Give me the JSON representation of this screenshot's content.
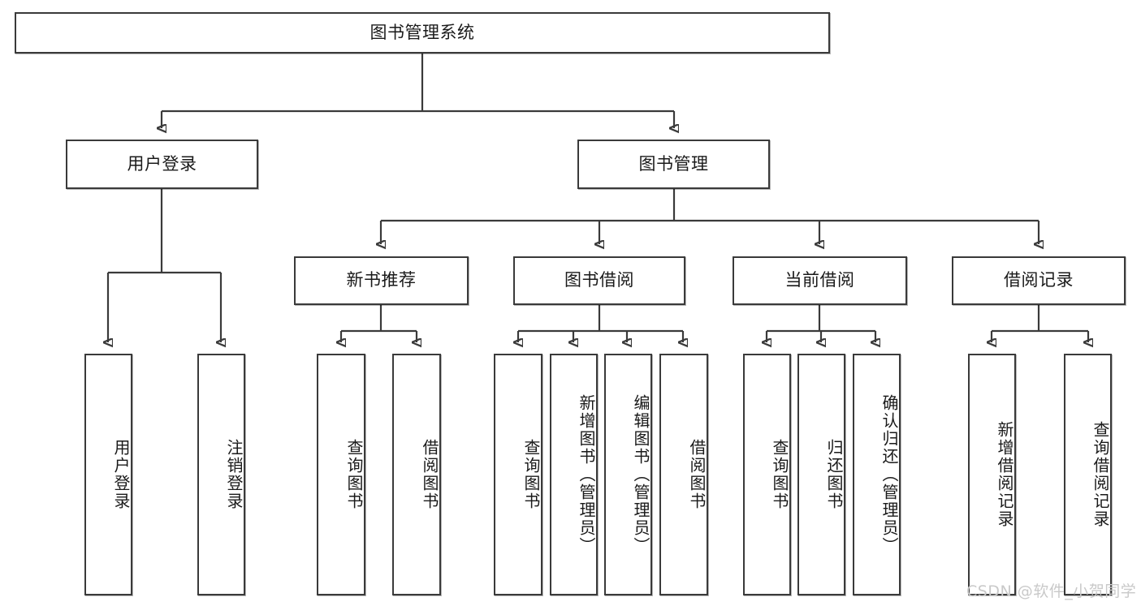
{
  "diagram": {
    "type": "tree-hierarchy-chart",
    "title": "图书管理系统",
    "watermark": "CSDN @软件_小贺同学",
    "colors": {
      "stroke": "#3a3a3a",
      "fill": "#ffffff",
      "text": "#1a1a1a",
      "watermark": "#c9c9c9"
    },
    "root": {
      "label": "图书管理系统"
    },
    "level2": [
      {
        "label": "用户登录"
      },
      {
        "label": "图书管理"
      }
    ],
    "level3": [
      {
        "label": "新书推荐"
      },
      {
        "label": "图书借阅"
      },
      {
        "label": "当前借阅"
      },
      {
        "label": "借阅记录"
      }
    ],
    "leaves": {
      "user_login": [
        {
          "label": "用户登录"
        },
        {
          "label": "注销登录"
        }
      ],
      "new_book_recommend": [
        {
          "label": "查询图书"
        },
        {
          "label": "借阅图书"
        }
      ],
      "book_borrow": [
        {
          "label": "查询图书"
        },
        {
          "label": "新增图书（管理员）"
        },
        {
          "label": "编辑图书（管理员）"
        },
        {
          "label": "借阅图书"
        }
      ],
      "current_borrow": [
        {
          "label": "查询图书"
        },
        {
          "label": "归还图书"
        },
        {
          "label": "确认归还（管理员）"
        }
      ],
      "borrow_record": [
        {
          "label": "新增借阅记录"
        },
        {
          "label": "查询借阅记录"
        }
      ]
    }
  }
}
